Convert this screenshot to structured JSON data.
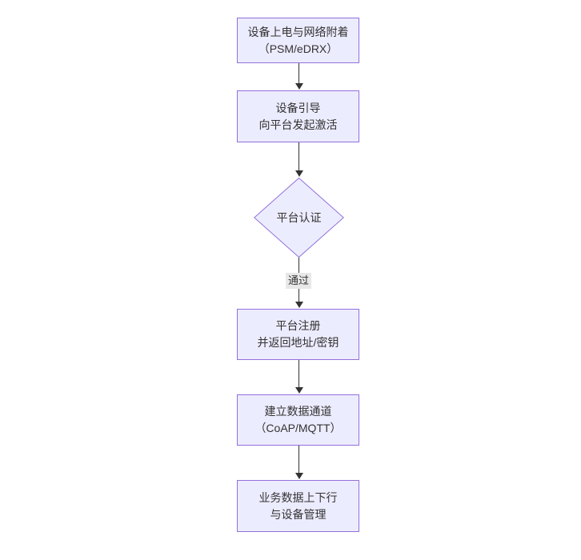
{
  "flowchart": {
    "type": "flowchart-top-down",
    "nodes": [
      {
        "id": "A",
        "shape": "rect",
        "lines": [
          "设备上电与网络附着",
          "（PSM/eDRX）"
        ]
      },
      {
        "id": "B",
        "shape": "rect",
        "lines": [
          "设备引导",
          "向平台发起激活"
        ]
      },
      {
        "id": "C",
        "shape": "diamond",
        "lines": [
          "平台认证"
        ]
      },
      {
        "id": "D",
        "shape": "rect",
        "lines": [
          "平台注册",
          "并返回地址/密钥"
        ]
      },
      {
        "id": "E",
        "shape": "rect",
        "lines": [
          "建立数据通道",
          "（CoAP/MQTT）"
        ]
      },
      {
        "id": "F",
        "shape": "rect",
        "lines": [
          "业务数据上下行",
          "与设备管理"
        ]
      }
    ],
    "edges": [
      {
        "from": "A",
        "to": "B",
        "label": ""
      },
      {
        "from": "B",
        "to": "C",
        "label": ""
      },
      {
        "from": "C",
        "to": "D",
        "label": "通过"
      },
      {
        "from": "D",
        "to": "E",
        "label": ""
      },
      {
        "from": "E",
        "to": "F",
        "label": ""
      }
    ],
    "colors": {
      "node_fill": "#ECECFF",
      "node_border": "#9370DB",
      "edge_line": "#333333",
      "edge_label_bg": "#e8e8e8",
      "text": "#333333",
      "background": "#ffffff"
    }
  }
}
